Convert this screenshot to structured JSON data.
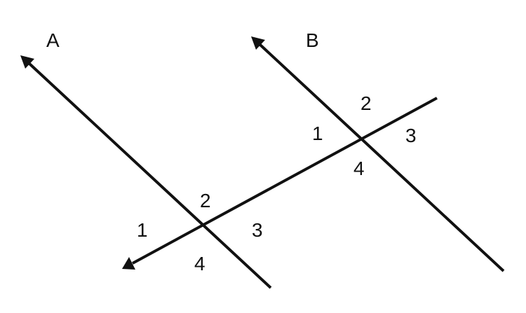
{
  "line_labels": {
    "a": "A",
    "b": "B"
  },
  "angles_at_a": {
    "angle_1": "1",
    "angle_2": "2",
    "angle_3": "3",
    "angle_4": "4"
  },
  "angles_at_b": {
    "angle_1": "1",
    "angle_2": "2",
    "angle_3": "3",
    "angle_4": "4"
  },
  "colors": {
    "stroke": "#111111",
    "background": "#ffffff"
  }
}
